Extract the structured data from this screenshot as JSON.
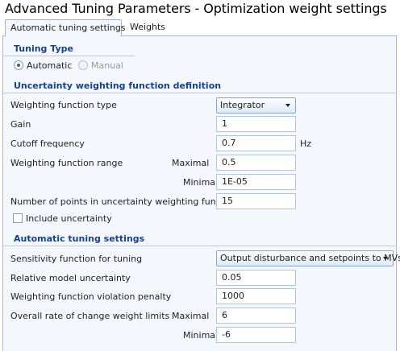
{
  "window": {
    "title": "Advanced Tuning Parameters - Optimization weight settings"
  },
  "tabs": [
    {
      "label": "Automatic tuning settings",
      "active": true
    },
    {
      "label": "Weights",
      "active": false
    }
  ],
  "tuning_type": {
    "header": "Tuning Type",
    "options": [
      {
        "label": "Automatic",
        "selected": true
      },
      {
        "label": "Manual",
        "selected": false
      }
    ]
  },
  "uncertainty": {
    "header": "Uncertainty weighting function definition",
    "weighting_function_type": {
      "label": "Weighting function type",
      "value": "Integrator"
    },
    "gain": {
      "label": "Gain",
      "value": "1"
    },
    "cutoff_frequency": {
      "label": "Cutoff frequency",
      "value": "0.7",
      "unit": "Hz"
    },
    "range": {
      "label": "Weighting function range",
      "maximal_label": "Maximal",
      "maximal_value": "0.5",
      "minimal_label": "Minimal",
      "minimal_value": "1E-05"
    },
    "num_points": {
      "label": "Number of points in uncertainty weighting function",
      "value": "15"
    },
    "include_uncertainty": {
      "label": "Include uncertainty",
      "checked": false
    }
  },
  "auto_settings": {
    "header": "Automatic tuning settings",
    "sensitivity": {
      "label": "Sensitivity function for tuning",
      "value": "Output disturbance and setpoints to MVs"
    },
    "relative_uncertainty": {
      "label": "Relative model uncertainty",
      "value": "0.05"
    },
    "violation_penalty": {
      "label": "Weighting function violation penalty",
      "value": "1000"
    },
    "rate_limits": {
      "label": "Overall rate of change weight limits",
      "maximal_label": "Maximal",
      "maximal_value": "6",
      "minimal_label": "Minimal",
      "minimal_value": "-6"
    }
  }
}
